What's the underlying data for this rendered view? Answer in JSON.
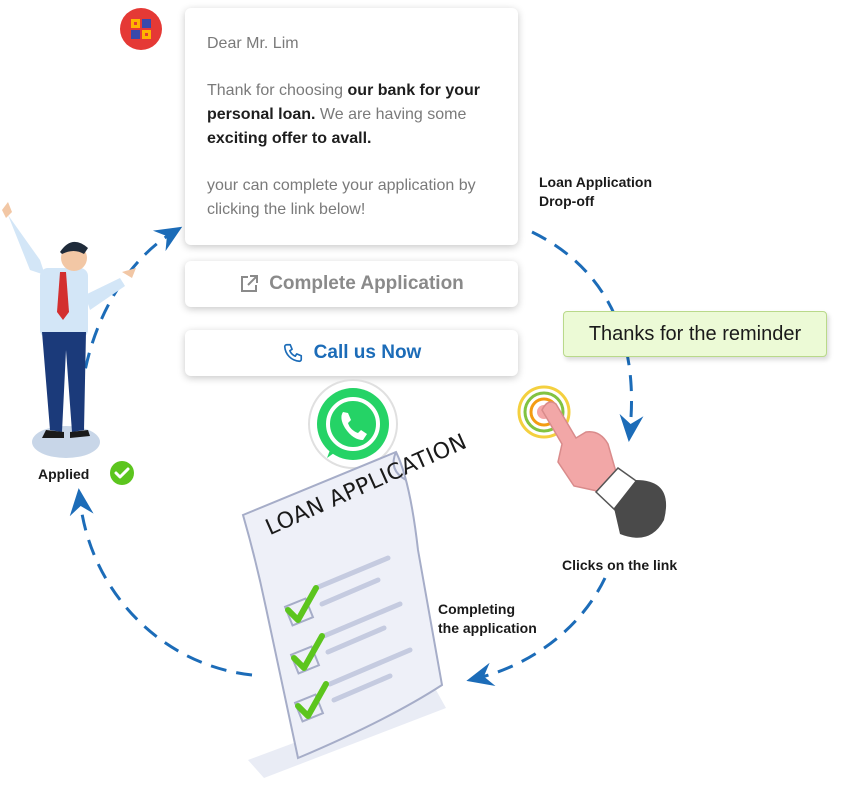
{
  "message": {
    "greeting": "Dear Mr. Lim",
    "p1": [
      "Thank for choosing ",
      "our bank for your personal loan.",
      " We are having some ",
      "exciting offer to avall."
    ],
    "p2": "your can complete your application by clicking the link below!"
  },
  "buttons": {
    "complete": "Complete Application",
    "call": "Call us Now"
  },
  "steps": {
    "dropoff": [
      "Loan Application",
      "Drop-off"
    ],
    "clicks": "Clicks on the link",
    "completing": [
      "Completing",
      "the application"
    ],
    "applied": "Applied"
  },
  "reply": "Thanks for the reminder",
  "document": {
    "title": "LOAN APPLICATION"
  },
  "colors": {
    "arrow": "#1c6cb8",
    "check": "#5cc51e",
    "whatsapp": "#25d366",
    "call": "#1c6cb8",
    "reply_bg": "#ecfad6"
  }
}
